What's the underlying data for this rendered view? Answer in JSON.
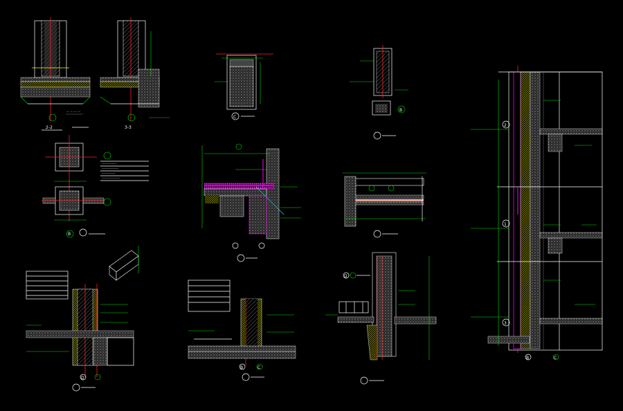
{
  "drawing": {
    "background": "#000000",
    "colors": {
      "outline": "#ffffff",
      "dimension": "#00dd00",
      "hatch_yellow": "#ffff00",
      "axis_red": "#ff2020",
      "insulation_magenta": "#ff00ff",
      "annotation_cyan": "#00ffff",
      "concrete_gray": "#9a9a9a"
    },
    "details": [
      {
        "id": "detail-1",
        "section_a": "2-2",
        "section_b": "3-3"
      },
      {
        "id": "detail-2",
        "axis": "B"
      },
      {
        "id": "detail-3",
        "axis": "C"
      },
      {
        "id": "detail-4"
      },
      {
        "id": "detail-5",
        "axis_a": "B",
        "axis_b": "C"
      },
      {
        "id": "detail-6"
      },
      {
        "id": "detail-7",
        "axis": "D"
      },
      {
        "id": "detail-8",
        "axis_a": "B",
        "axis_b": "C"
      },
      {
        "id": "detail-9",
        "axis": "D"
      },
      {
        "id": "detail-10",
        "axis": "E"
      },
      {
        "id": "detail-11",
        "axis_a": "B",
        "axis_b": "C",
        "levels": [
          "2",
          "1",
          "3"
        ]
      }
    ]
  }
}
